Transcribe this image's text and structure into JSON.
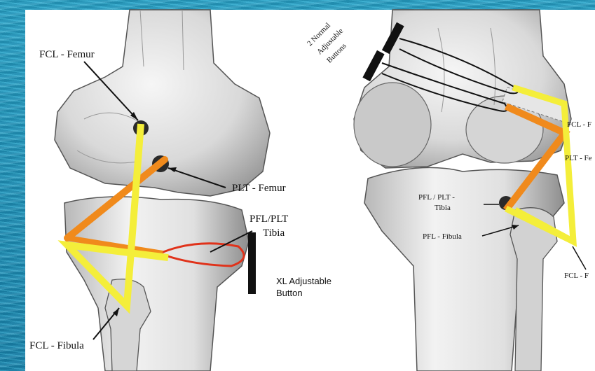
{
  "labels": {
    "fcl_femur": "FCL - Femur",
    "plt_femur": "PLT - Femur",
    "pfl_plt_tibia_line1": "PFL/PLT",
    "pfl_plt_tibia_line2": "Tibia",
    "xl_button_line1": "XL Adjustable",
    "xl_button_line2": "Button",
    "fcl_fibula": "FCL - Fibula",
    "normal_buttons_line1": "2 Normal",
    "normal_buttons_line2": "Adjustable",
    "normal_buttons_line3": "Buttons",
    "right_fcl_1": "FCL - F",
    "right_pl_f": "PLT - Fe",
    "right_pfl_plt_tibia_line1": "PFL / PLT -",
    "right_pfl_plt_tibia_line2": "Tibia",
    "right_pfl_fibula": "PFL - Fibula",
    "right_fcl_2": "FCL - F"
  },
  "colors": {
    "fcl_graft": "#f4ee3a",
    "plt_graft": "#f08a1c",
    "pfl_graft": "#e0321a",
    "button": "#111111",
    "background": "#1f8fb2"
  }
}
